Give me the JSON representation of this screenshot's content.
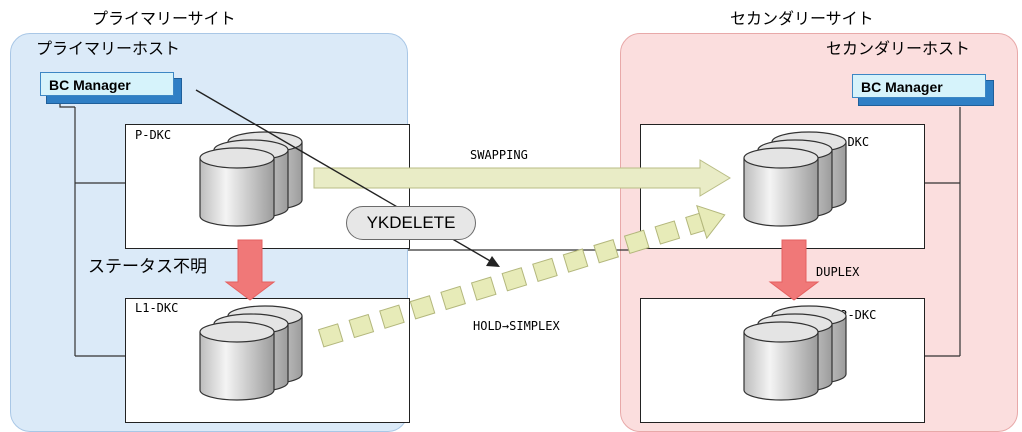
{
  "primary_site": {
    "title": "プライマリーサイト",
    "host": "プライマリーホスト",
    "bc_manager": "BC Manager",
    "dkc_main": "P-DKC",
    "dkc_local": "L1-DKC"
  },
  "secondary_site": {
    "title": "セカンダリーサイト",
    "host": "セカンダリーホスト",
    "bc_manager": "BC Manager",
    "dkc_main": "S-DKC",
    "dkc_local": "L2-DKC"
  },
  "flows": {
    "swapping": "SWAPPING",
    "status_unknown": "ステータス不明",
    "duplex": "DUPLEX",
    "hold_simplex": "HOLD→SIMPLEX",
    "command": "YKDELETE"
  },
  "colors": {
    "primary_bg": "#dbeaf8",
    "secondary_bg": "#fbdede",
    "solid_arrow": "#e9ecc6",
    "pair_arrow": "#f07878",
    "dashed_arrow": "#e7ebb8"
  }
}
